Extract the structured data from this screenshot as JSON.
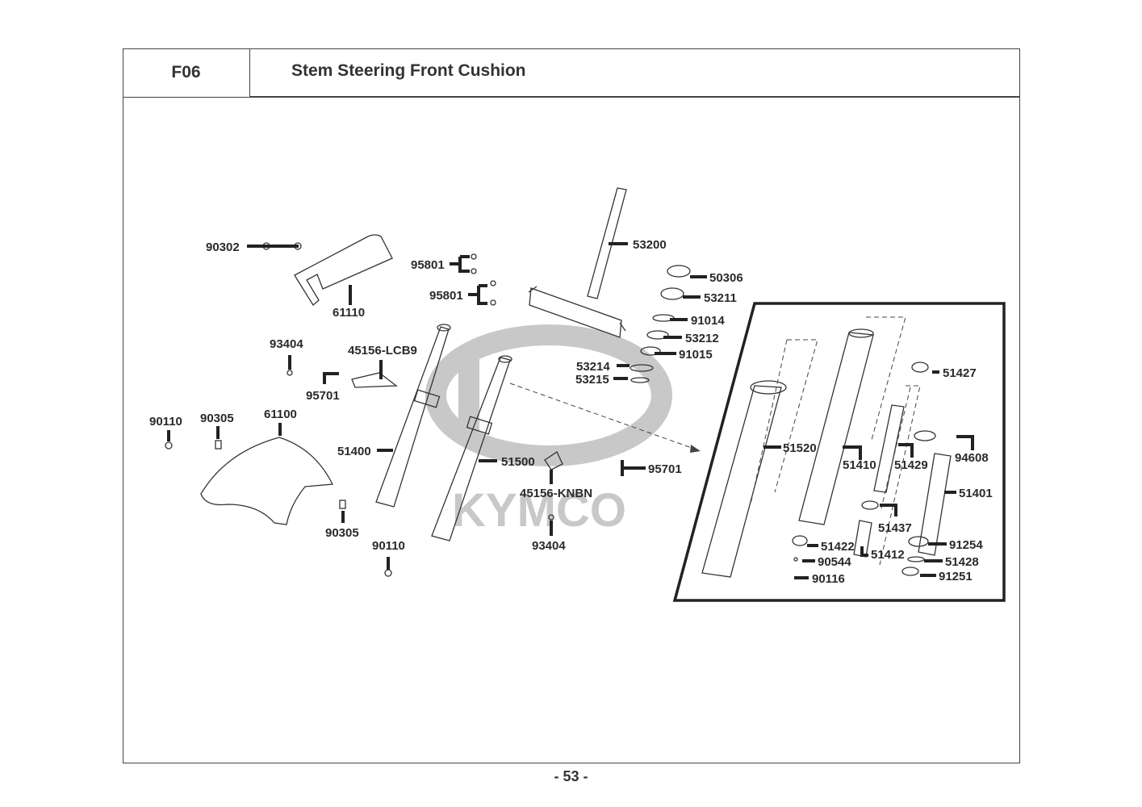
{
  "header": {
    "section_code": "F06",
    "title": "Stem Steering  Front Cushion"
  },
  "watermark": {
    "brand": "KYMCO"
  },
  "footer": {
    "page_number": "- 53 -"
  },
  "callouts": {
    "c90302": "90302",
    "c61110": "61110",
    "c95801a": "95801",
    "c95801b": "95801",
    "c53200": "53200",
    "c50306": "50306",
    "c53211": "53211",
    "c91014": "91014",
    "c53212": "53212",
    "c91015": "91015",
    "c53214": "53214",
    "c53215": "53215",
    "c93404a": "93404",
    "c45156lcb9": "45156-LCB9",
    "c95701a": "95701",
    "c90110a": "90110",
    "c90305a": "90305",
    "c61100": "61100",
    "c51400": "51400",
    "c51500": "51500",
    "c45156knbn": "45156-KNBN",
    "c95701b": "95701",
    "c90305b": "90305",
    "c90110b": "90110",
    "c93404b": "93404",
    "c51520": "51520",
    "c51410": "51410",
    "c51429": "51429",
    "c51427": "51427",
    "c94608": "94608",
    "c51401": "51401",
    "c51437": "51437",
    "c51422": "51422",
    "c51412": "51412",
    "c90544": "90544",
    "c91254": "91254",
    "c51428": "51428",
    "c90116": "90116",
    "c91251": "91251"
  }
}
